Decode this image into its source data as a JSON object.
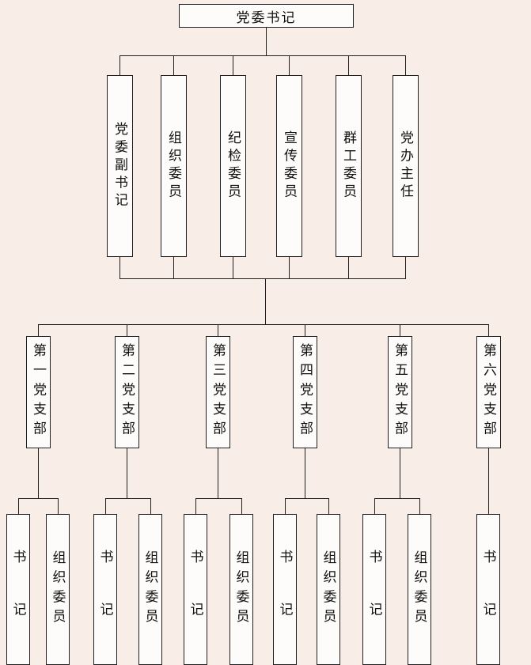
{
  "title": "党委书记",
  "committee": [
    "党委副书记",
    "组织委员",
    "纪检委员",
    "宣传委员",
    "群工委员",
    "党办主任"
  ],
  "branches": [
    {
      "name": "第一党支部",
      "roles": [
        "书记",
        "组织委员"
      ]
    },
    {
      "name": "第二党支部",
      "roles": [
        "书记",
        "组织委员"
      ]
    },
    {
      "name": "第三党支部",
      "roles": [
        "书记",
        "组织委员"
      ]
    },
    {
      "name": "第四党支部",
      "roles": [
        "书记",
        "组织委员"
      ]
    },
    {
      "name": "第五党支部",
      "roles": [
        "书记",
        "组织委员"
      ]
    },
    {
      "name": "第六党支部",
      "roles": [
        "书记"
      ]
    }
  ],
  "colors": {
    "background": "#f8eee7",
    "box_fill": "#fdfcfa",
    "line": "#1f1f1f"
  }
}
